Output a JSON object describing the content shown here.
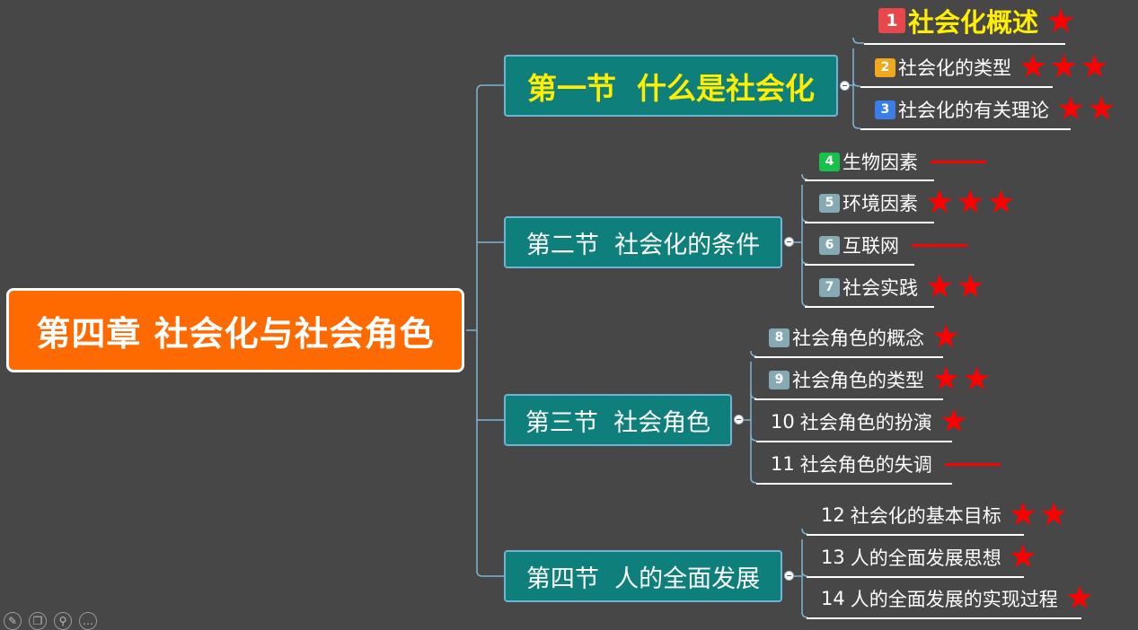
{
  "root": {
    "label": "第四章 社会化与社会角色"
  },
  "sections": [
    {
      "label": "第一节  什么是社会化",
      "highlight": true,
      "items": [
        {
          "badge": "1",
          "badge_color": "#e8474c",
          "label": "社会化概述",
          "stars": 1,
          "big": true
        },
        {
          "badge": "2",
          "badge_color": "#f2a81d",
          "label": "社会化的类型",
          "stars": 3
        },
        {
          "badge": "3",
          "badge_color": "#3b7ee8",
          "label": "社会化的有关理论",
          "stars": 2
        }
      ]
    },
    {
      "label": "第二节  社会化的条件",
      "items": [
        {
          "badge": "4",
          "badge_color": "#17c24a",
          "label": "生物因素",
          "stars": 0,
          "dash": true
        },
        {
          "badge": "5",
          "badge_color": "#86aab4",
          "label": "环境因素",
          "stars": 3
        },
        {
          "badge": "6",
          "badge_color": "#86aab4",
          "label": "互联网",
          "stars": 0,
          "dash": true
        },
        {
          "badge": "7",
          "badge_color": "#86aab4",
          "label": "社会实践",
          "stars": 2
        }
      ]
    },
    {
      "label": "第三节  社会角色",
      "items": [
        {
          "badge": "8",
          "badge_color": "#86aab4",
          "label": "社会角色的概念",
          "stars": 1
        },
        {
          "badge": "9",
          "badge_color": "#86aab4",
          "label": "社会角色的类型",
          "stars": 2
        },
        {
          "number": "10",
          "label": "社会角色的扮演",
          "stars": 1
        },
        {
          "number": "11",
          "label": "社会角色的失调",
          "stars": 0,
          "dash": true
        }
      ]
    },
    {
      "label": "第四节  人的全面发展",
      "items": [
        {
          "number": "12",
          "label": "社会化的基本目标",
          "stars": 2
        },
        {
          "number": "13",
          "label": "人的全面发展思想",
          "stars": 1
        },
        {
          "number": "14",
          "label": "人的全面发展的实现过程",
          "stars": 1
        }
      ]
    }
  ],
  "toolbar": {
    "icons": [
      "pencil-icon",
      "copy-icon",
      "search-icon",
      "more-icon"
    ],
    "glyphs": [
      "✎",
      "❐",
      "⚲",
      "…"
    ]
  },
  "colors": {
    "background": "#474747",
    "root_fill": "#ff6a00",
    "section_fill": "#0e7f7b",
    "section_border": "#6fb3d6",
    "highlight_text": "#ffee00",
    "star": "#ff0000",
    "connector": "#7fb6d6"
  }
}
